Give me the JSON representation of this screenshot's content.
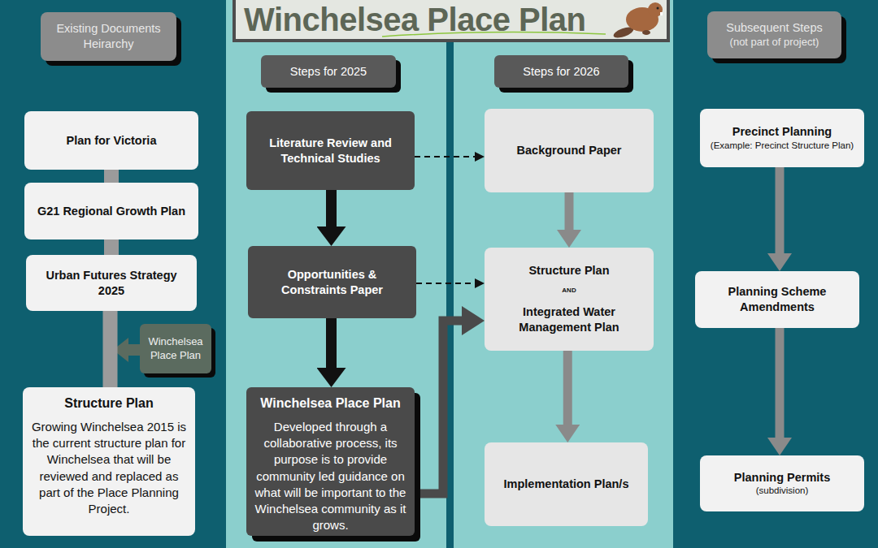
{
  "diagram": {
    "title": "Winchelsea Place Plan",
    "nodes": [
      {
        "text": [
          "Existing Documents Heirarchy"
        ]
      },
      {
        "text": [
          "Plan for Victoria"
        ]
      },
      {
        "text": [
          "G21 Regional Growth Plan"
        ]
      },
      {
        "text": [
          "Urban Futures Strategy 2025"
        ]
      },
      {
        "text": [
          "Winchelsea Place Plan"
        ]
      },
      {
        "text": [
          "Structure Plan",
          "Growing Winchelsea 2015 is the current structure plan for Winchelsea that will be reviewed and replaced as part of the Place Planning Project."
        ]
      },
      {
        "text": [
          "Steps for 2025"
        ]
      },
      {
        "text": [
          "Steps for 2026"
        ]
      },
      {
        "text": [
          "Literature Review and Technical Studies"
        ]
      },
      {
        "text": [
          "Opportunities & Constraints Paper"
        ]
      },
      {
        "text": [
          "Winchelsea Place Plan",
          "Developed through a collaborative process, its purpose is to provide community led guidance on what will be important to the Winchelsea community as it grows."
        ]
      },
      {
        "text": [
          "Background Paper"
        ]
      },
      {
        "text": [
          "Structure Plan",
          "AND",
          "Integrated Water Management Plan"
        ]
      },
      {
        "text": [
          "Implementation Plan/s"
        ]
      },
      {
        "text": [
          "Subsequent Steps",
          "(not part of project)"
        ]
      },
      {
        "text": [
          "Precinct Planning",
          "(Example: Precinct Structure Plan)"
        ]
      },
      {
        "text": [
          "Planning Scheme Amendments"
        ]
      },
      {
        "text": [
          "Planning Permits",
          "(subdivision)"
        ]
      }
    ],
    "edges": [
      {
        "from": 1,
        "to": 2,
        "arrow": "none"
      },
      {
        "from": 2,
        "to": 3,
        "arrow": "none"
      },
      {
        "from": 3,
        "to": 5,
        "arrow": "none"
      },
      {
        "from": 8,
        "to": 11,
        "arrow": "to"
      },
      {
        "from": 8,
        "to": 9,
        "arrow": "to"
      },
      {
        "from": 9,
        "to": 12,
        "arrow": "to"
      },
      {
        "from": 9,
        "to": 10,
        "arrow": "to"
      },
      {
        "from": 10,
        "to": 12,
        "arrow": "to"
      },
      {
        "from": 11,
        "to": 12,
        "arrow": "to"
      },
      {
        "from": 12,
        "to": 13,
        "arrow": "to"
      },
      {
        "from": 15,
        "to": 16,
        "arrow": "to"
      },
      {
        "from": 16,
        "to": 17,
        "arrow": "to"
      }
    ]
  }
}
